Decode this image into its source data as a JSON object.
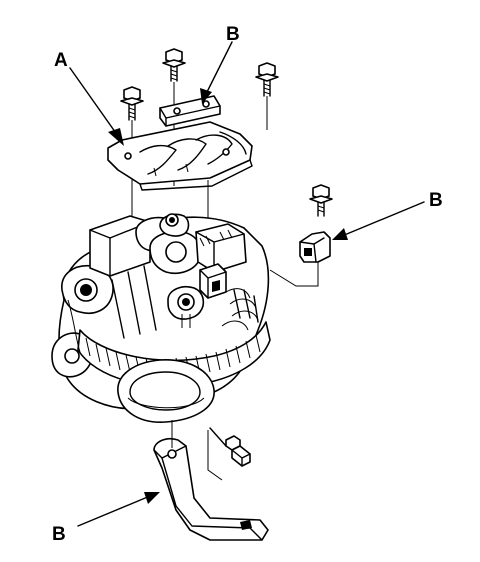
{
  "callouts": {
    "part_a": "A",
    "part_b_top": "B",
    "part_b_right": "B",
    "part_b_bottom": "B"
  },
  "colors": {
    "ink": "#000000",
    "paper": "#ffffff"
  }
}
